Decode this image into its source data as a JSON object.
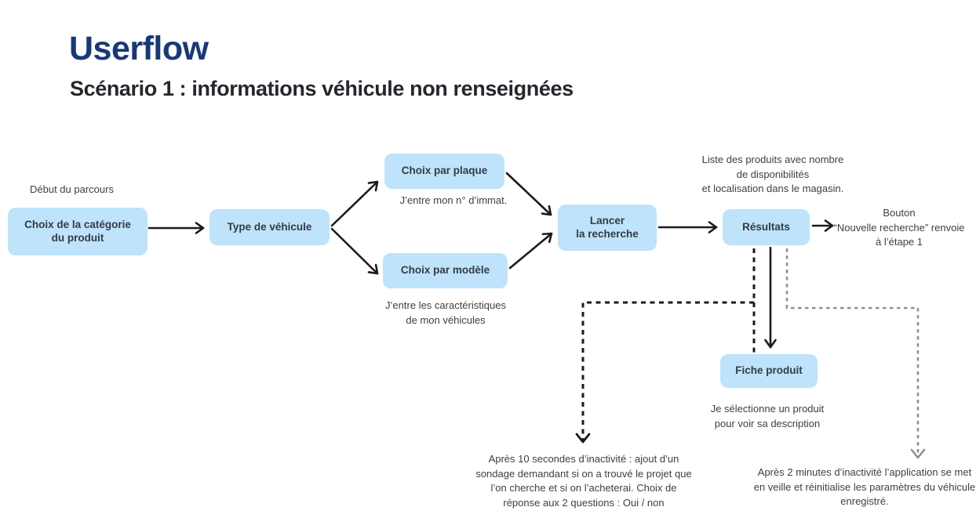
{
  "colors": {
    "title": "#183878",
    "heading_text": "#24282D",
    "box_bg": "#BEE3FB",
    "box_text": "#343B46",
    "note_text": "#3A4149",
    "line": "#1B1B1B",
    "dashed_gray": "#8E9093",
    "background": "#FFFFFF"
  },
  "header": {
    "title": "Userflow",
    "subtitle": "Scénario 1 : informations véhicule non renseignées"
  },
  "nodes": {
    "category": [
      "Choix de la catégorie",
      "du produit"
    ],
    "type_vehicule": "Type de véhicule",
    "choix_plaque": "Choix par plaque",
    "choix_modele": "Choix par modèle",
    "lancer_recherche": [
      "Lancer",
      "la recherche"
    ],
    "resultats": "Résultats",
    "fiche_produit": "Fiche produit"
  },
  "notes": {
    "debut": "Début du parcours",
    "immat": "J’entre mon n° d’immat.",
    "caracteristiques": [
      "J’entre les caractéristiques",
      "de mon véhicules"
    ],
    "liste_produits": [
      "Liste des produits avec nombre",
      "de disponibilités",
      "et localisation dans le magasin."
    ],
    "bouton_nouvelle_recherche": [
      "Bouton",
      "“Nouvelle recherche” renvoie",
      "à l’étape 1"
    ],
    "selection_produit": [
      "Je sélectionne un produit",
      "pour voir sa description"
    ],
    "inactivite_10s": [
      "Après 10 secondes d’inactivité : ajout d’un",
      "sondage demandant si on a trouvé le projet que",
      "l’on cherche et si on l’acheterai. Choix de",
      "réponse aux 2 questions : Oui / non"
    ],
    "inactivite_2min": [
      "Après 2 minutes d’inactivité l’application se met",
      "en veille et réinitialise les paramètres du véhicule",
      "enregistré."
    ]
  }
}
